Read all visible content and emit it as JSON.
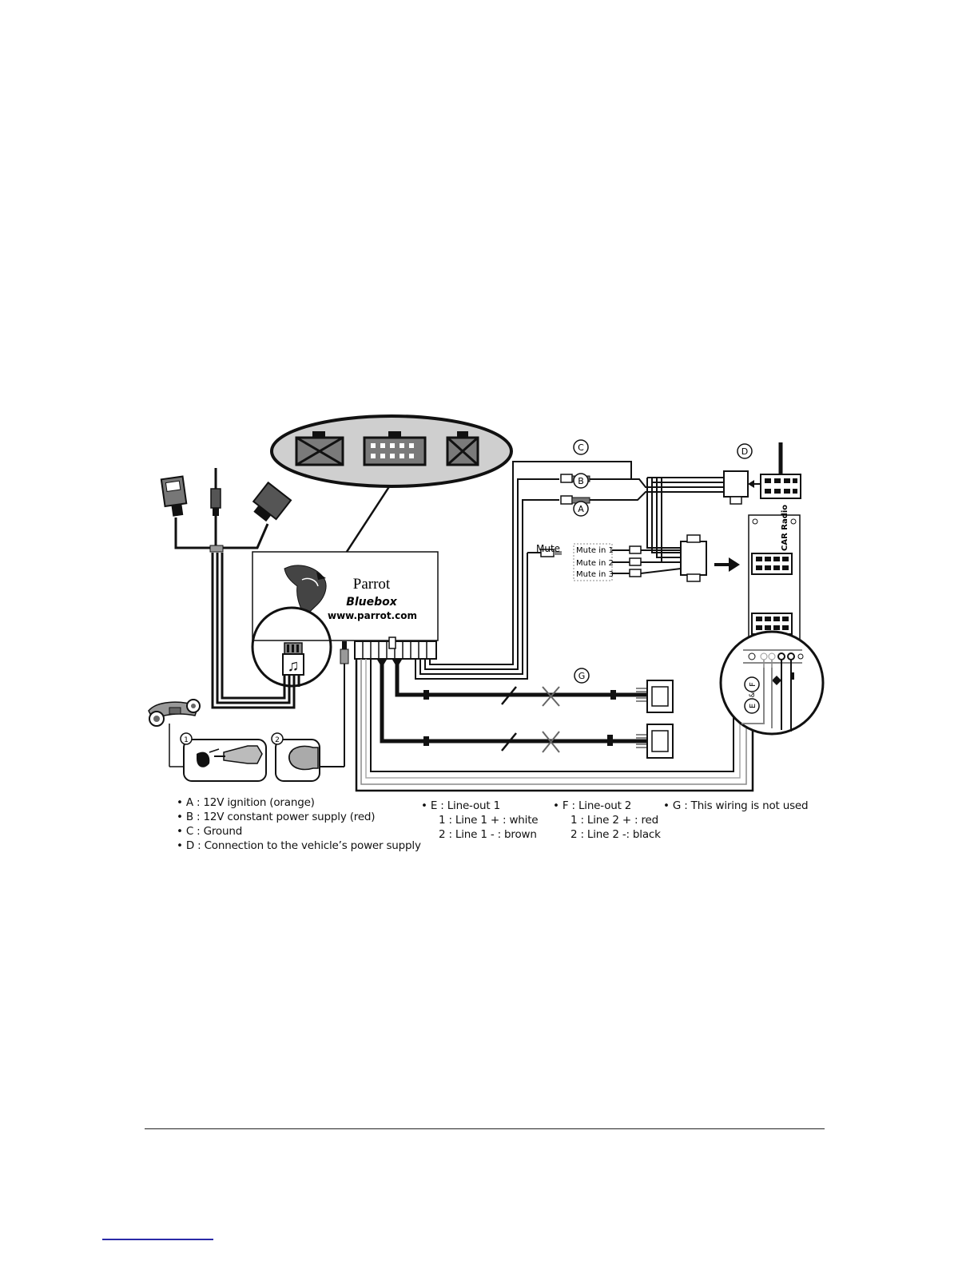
{
  "brand": {
    "name": "Parrot",
    "product": "Bluebox",
    "url": "www.parrot.com"
  },
  "callouts": {
    "a": "A",
    "b": "B",
    "c": "C",
    "d": "D",
    "g": "G",
    "step1": "1",
    "step2": "2"
  },
  "labels": {
    "mute": "Mute",
    "mute_in_1": "Mute in 1",
    "mute_in_2": "Mute in 2",
    "mute_in_3": "Mute in 3",
    "car_radio": "CAR Radio",
    "ef_e": "E",
    "ef_amp": "&",
    "ef_f": "F"
  },
  "legend": {
    "col1": [
      "• A : 12V ignition  (orange)",
      "• B : 12V constant power supply (red)",
      "• C : Ground",
      "• D : Connection to the vehicle’s power supply"
    ],
    "col2_title": "• E : Line-out 1",
    "col2": [
      "1 : Line 1 + : white",
      "2 : Line 1 - : brown"
    ],
    "col3_title": "• F : Line-out 2",
    "col3": [
      "1 : Line 2 + : red",
      "2 : Line 2 -: black"
    ],
    "col4_title": "• G : This wiring is not used"
  },
  "colors": {
    "ink": "#111111",
    "oval_fill": "#cfcfcf",
    "connector_gray": "#8a8a8a",
    "footer_link": "#2a2aa8"
  },
  "icons": [
    "music-note-icon",
    "parrot-bird-logo",
    "cross-out-icon",
    "arrow-right-icon",
    "steering-wheel-control-icon"
  ]
}
